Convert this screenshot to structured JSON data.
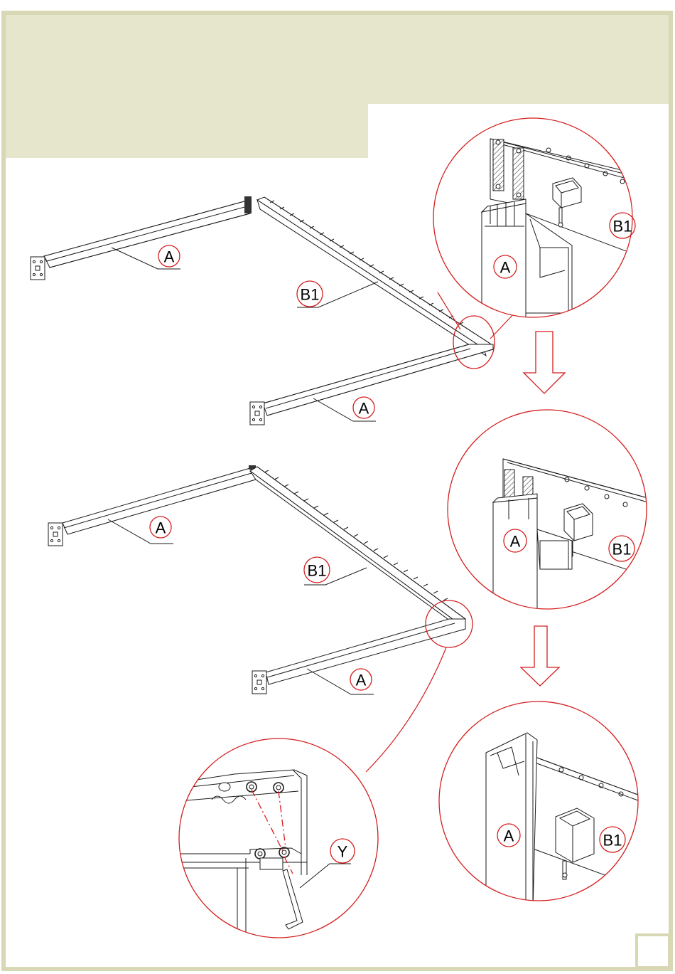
{
  "colors": {
    "banner": "#e6e6cc",
    "frame": "#d8d8b4",
    "callout_ring": "#d41e1e",
    "line": "#1a1a1a"
  },
  "parts": {
    "rail": "A",
    "beam": "B1",
    "tool": "Y"
  },
  "page_number": ""
}
